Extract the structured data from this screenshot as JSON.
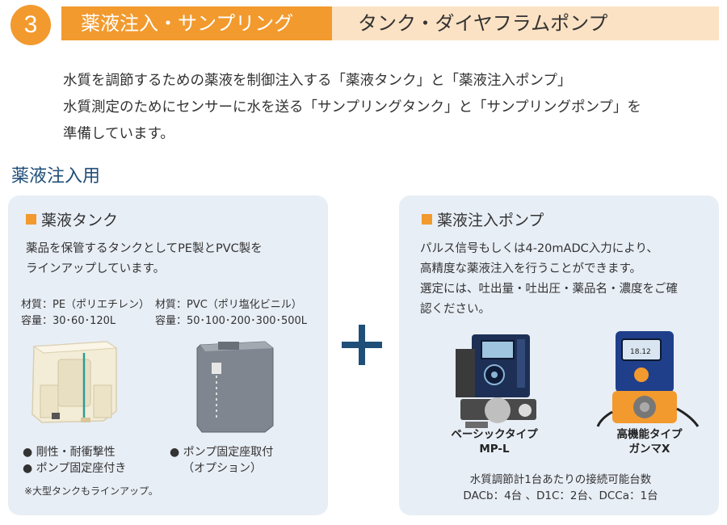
{
  "header": {
    "step_number": "3",
    "title_main": "薬液注入・サンプリング",
    "title_sub": "タンク・ダイヤフラムポンプ"
  },
  "intro": {
    "line1": "水質を調節するための薬液を制御注入する「薬液タンク」と「薬液注入ポンプ」",
    "line2": "水質測定のためにセンサーに水を送る「サンプリングタンク」と「サンプリングポンプ」を",
    "line3": "準備しています。"
  },
  "section_title": "薬液注入用",
  "tank_panel": {
    "title": "薬液タンク",
    "desc1": "薬品を保管するタンクとしてPE製とPVC製を",
    "desc2": "ラインアップしています。",
    "pe_material": "材質：PE（ポリエチレン）",
    "pe_capacity": "容量：30･60･120L",
    "pvc_material": "材質：PVC（ポリ塩化ビニル）",
    "pvc_capacity": "容量：50･100･200･300･500L",
    "bullet1": "● 剛性・耐衝撃性",
    "bullet2": "● ポンプ固定座付き",
    "bullet3": "● ポンプ固定座取付",
    "bullet3b": "（オプション）",
    "note": "※大型タンクもラインアップ。"
  },
  "pump_panel": {
    "title": "薬液注入ポンプ",
    "desc1": "パルス信号もしくは4-20mADC入力により、",
    "desc2": "高精度な薬液注入を行うことができます。",
    "desc3": "選定には、吐出量・吐出圧・薬品名・濃度をご確",
    "desc4": "認ください。",
    "pump1_type": "ベーシックタイプ",
    "pump1_model": "MP-L",
    "pump2_type": "高機能タイプ",
    "pump2_model": "ガンマX",
    "pump2_display": "18.12",
    "compat1": "水質調節計1台あたりの接続可能台数",
    "compat2": "DACb：4台 、D1C：2台、DCCa：1台"
  },
  "colors": {
    "accent_orange": "#f29a2e",
    "light_orange": "#fbe2c4",
    "navy": "#1f4e79",
    "panel_bg": "#e8eef6"
  }
}
